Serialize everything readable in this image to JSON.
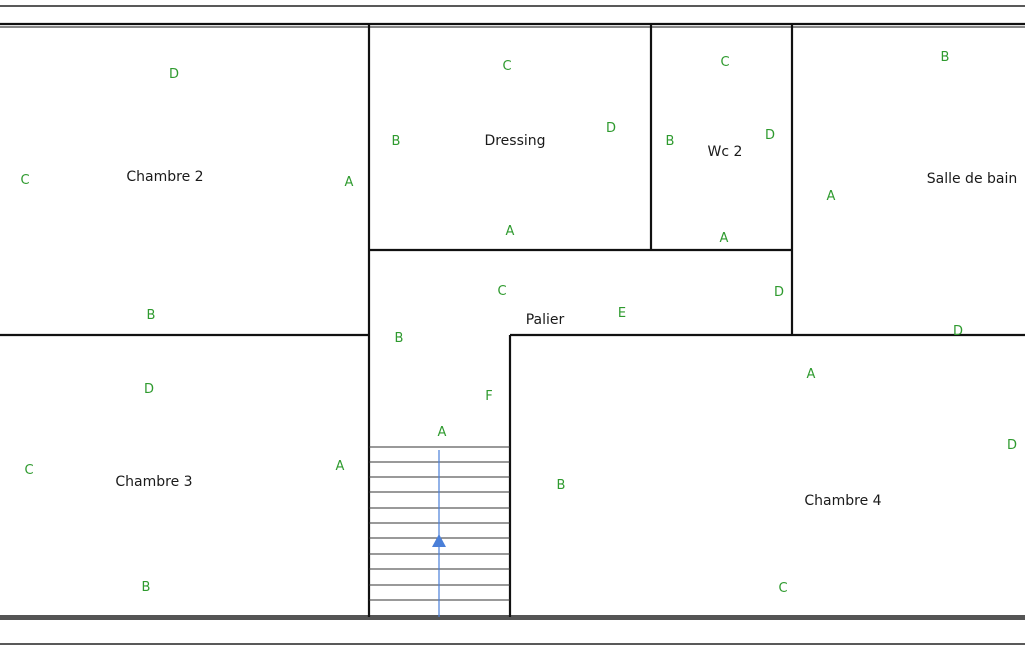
{
  "colors": {
    "wall_letter": "#2e9a2e",
    "stair_arrow": "#4a7fd8",
    "wall": "#111111"
  },
  "rooms": {
    "chambre2": "Chambre 2",
    "dressing": "Dressing",
    "wc2": "Wc 2",
    "salle_de_bain": "Salle de bain",
    "palier": "Palier",
    "chambre3": "Chambre 3",
    "chambre4": "Chambre 4"
  },
  "walls": {
    "chambre2": {
      "a": "A",
      "b": "B",
      "c": "C",
      "d": "D"
    },
    "dressing": {
      "a": "A",
      "b": "B",
      "c": "C",
      "d": "D"
    },
    "wc2": {
      "a": "A",
      "b": "B",
      "c": "C",
      "d": "D"
    },
    "salle_de_bain": {
      "a": "A",
      "b": "B",
      "d": "D"
    },
    "palier": {
      "a": "A",
      "b": "B",
      "c": "C",
      "d": "D",
      "e": "E",
      "f": "F"
    },
    "chambre3": {
      "a": "A",
      "b": "B",
      "c": "C",
      "d": "D"
    },
    "chambre4": {
      "a": "A",
      "b": "B",
      "c": "C",
      "d": "D"
    }
  }
}
